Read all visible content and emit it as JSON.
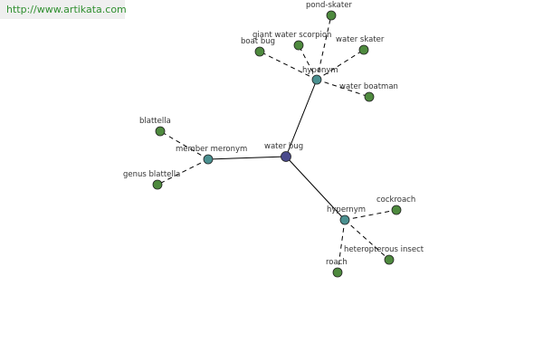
{
  "header": {
    "url": "http://www.artikata.com"
  },
  "colors": {
    "center_node": "#4a4a8c",
    "relation_node": "#4a9090",
    "leaf_node": "#4e8a3e",
    "url_text": "#2f8f2f"
  },
  "graph": {
    "center": {
      "label": "water bug"
    },
    "relations": [
      {
        "id": "hyponym",
        "label": "hyponym",
        "children": [
          {
            "id": "pond-skater",
            "label": "pond-skater"
          },
          {
            "id": "giant-water-scorpion",
            "label": "giant water scorpion"
          },
          {
            "id": "boat-bug",
            "label": "boat bug"
          },
          {
            "id": "water-skater",
            "label": "water skater"
          },
          {
            "id": "water-boatman",
            "label": "water boatman"
          }
        ]
      },
      {
        "id": "member-meronym",
        "label": "member meronym",
        "children": [
          {
            "id": "blattella",
            "label": "blattella"
          },
          {
            "id": "genus-blattella",
            "label": "genus blattella"
          }
        ]
      },
      {
        "id": "hypernym",
        "label": "hypernym",
        "children": [
          {
            "id": "cockroach",
            "label": "cockroach"
          },
          {
            "id": "heteropterous-insect",
            "label": "heteropterous insect"
          },
          {
            "id": "roach",
            "label": "roach"
          }
        ]
      }
    ]
  }
}
